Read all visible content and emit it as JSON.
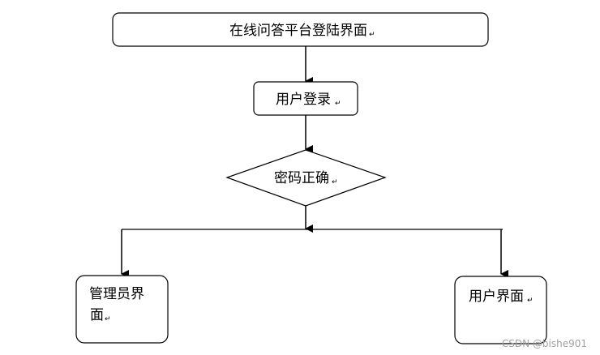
{
  "diagram": {
    "nodes": {
      "platform_login": {
        "label": "在线问答平台登陆界面",
        "mark": "↵"
      },
      "user_login": {
        "label": "用户登录",
        "mark": "↵"
      },
      "password_check": {
        "label": "密码正确",
        "mark": "↵"
      },
      "admin_page": {
        "label_line1": "管理员界",
        "label_line2": "面",
        "mark": "↵"
      },
      "user_page": {
        "label": "用户界面",
        "mark": "↵"
      }
    }
  },
  "watermark": "CSDN @bishe901",
  "colors": {
    "stroke": "#000000",
    "background": "#ffffff",
    "watermark": "#a0a0a0"
  }
}
